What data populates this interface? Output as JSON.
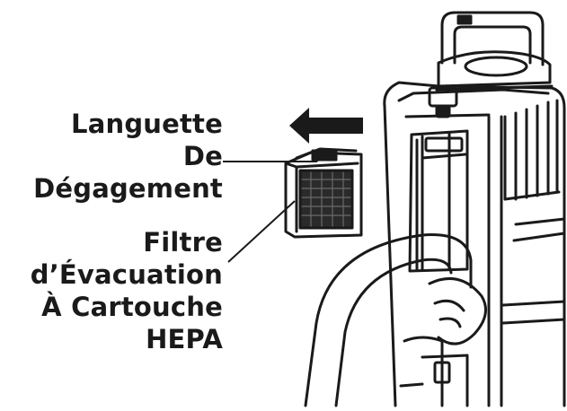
{
  "labels": {
    "release_tab": {
      "lines": [
        "Languette",
        "De",
        "Dégagement"
      ]
    },
    "exhaust_filter": {
      "lines": [
        "Filtre",
        "d’Évacuation",
        "À Cartouche",
        "HEPA"
      ]
    }
  },
  "colors": {
    "ink": "#1a1a1a",
    "background": "#ffffff"
  },
  "icons": [
    "removal-arrow-icon"
  ]
}
